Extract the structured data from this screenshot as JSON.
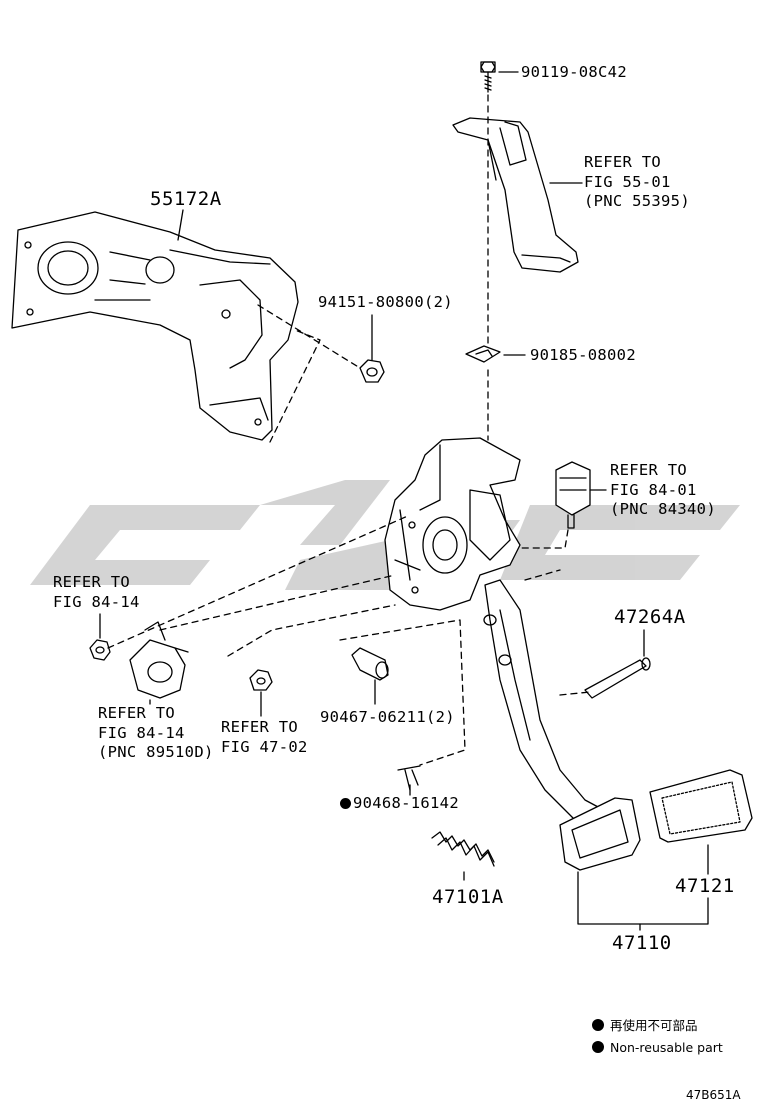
{
  "parts": {
    "p_9011908c42": "90119-08C42",
    "refer_55_01": [
      "REFER TO",
      "FIG 55-01",
      "(PNC 55395)"
    ],
    "p_55172a": "55172A",
    "p_9415180800": "94151-80800(2)",
    "p_9018508002": "90185-08002",
    "refer_84_01": [
      "REFER TO",
      "FIG 84-01",
      "(PNC 84340)"
    ],
    "refer_84_14_a": [
      "REFER TO",
      "FIG 84-14"
    ],
    "p_47264a": "47264A",
    "refer_84_14_b": [
      "REFER TO",
      "FIG 84-14",
      "(PNC 89510D)"
    ],
    "refer_47_02": [
      "REFER TO",
      "FIG 47-02"
    ],
    "p_9046706211": "90467-06211(2)",
    "p_9046816142": "90468-16142",
    "p_47101a": "47101A",
    "p_47121": "47121",
    "p_47110": "47110"
  },
  "legend": {
    "line1": "再使用不可部品",
    "line2": "Non-reusable part"
  },
  "figure_code": "47B651A"
}
